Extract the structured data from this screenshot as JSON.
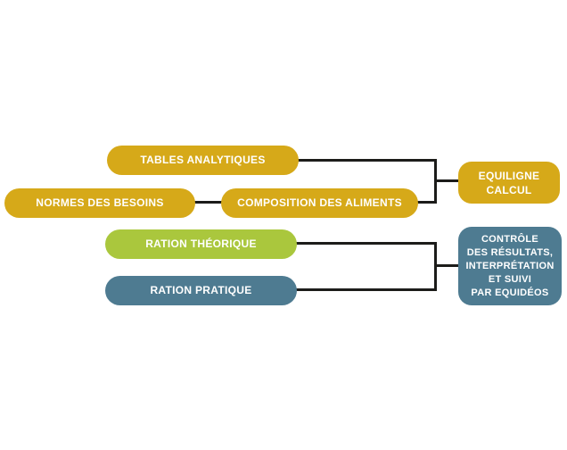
{
  "diagram": {
    "palette": {
      "yellow": "#d6a919",
      "green": "#aac73d",
      "teal": "#4e7b91",
      "line": "#1c1c1a",
      "label_text": "#ffffff",
      "background": "#ffffff"
    },
    "nodes": [
      {
        "id": "tables-analytiques",
        "label": "TABLES ANALYTIQUES",
        "shape": "pill",
        "color": "#d6a919"
      },
      {
        "id": "normes-des-besoins",
        "label": "NORMES DES BESOINS",
        "shape": "pill",
        "color": "#d6a919"
      },
      {
        "id": "composition-des-aliments",
        "label": "COMPOSITION DES ALIMENTS",
        "shape": "pill",
        "color": "#d6a919"
      },
      {
        "id": "equiligne-calcul",
        "label": "EQUILIGNE\nCALCUL",
        "shape": "rounded-rect",
        "color": "#d6a919"
      },
      {
        "id": "ration-theorique",
        "label": "RATION THÉORIQUE",
        "shape": "pill",
        "color": "#aac73d"
      },
      {
        "id": "ration-pratique",
        "label": "RATION PRATIQUE",
        "shape": "pill",
        "color": "#4e7b91"
      },
      {
        "id": "controle-resultats",
        "label": "CONTRÔLE\nDES RÉSULTATS,\nINTERPRÉTATION\nET SUIVI\nPAR EQUIDÉOS",
        "shape": "rounded-rect",
        "color": "#4e7b91"
      }
    ],
    "connections": [
      {
        "from": "normes-des-besoins",
        "to": "composition-des-aliments"
      },
      {
        "from": "tables-analytiques",
        "to": "equiligne-calcul"
      },
      {
        "from": "composition-des-aliments",
        "to": "equiligne-calcul"
      },
      {
        "from": "ration-theorique",
        "to": "controle-resultats"
      },
      {
        "from": "ration-pratique",
        "to": "controle-resultats"
      }
    ]
  }
}
